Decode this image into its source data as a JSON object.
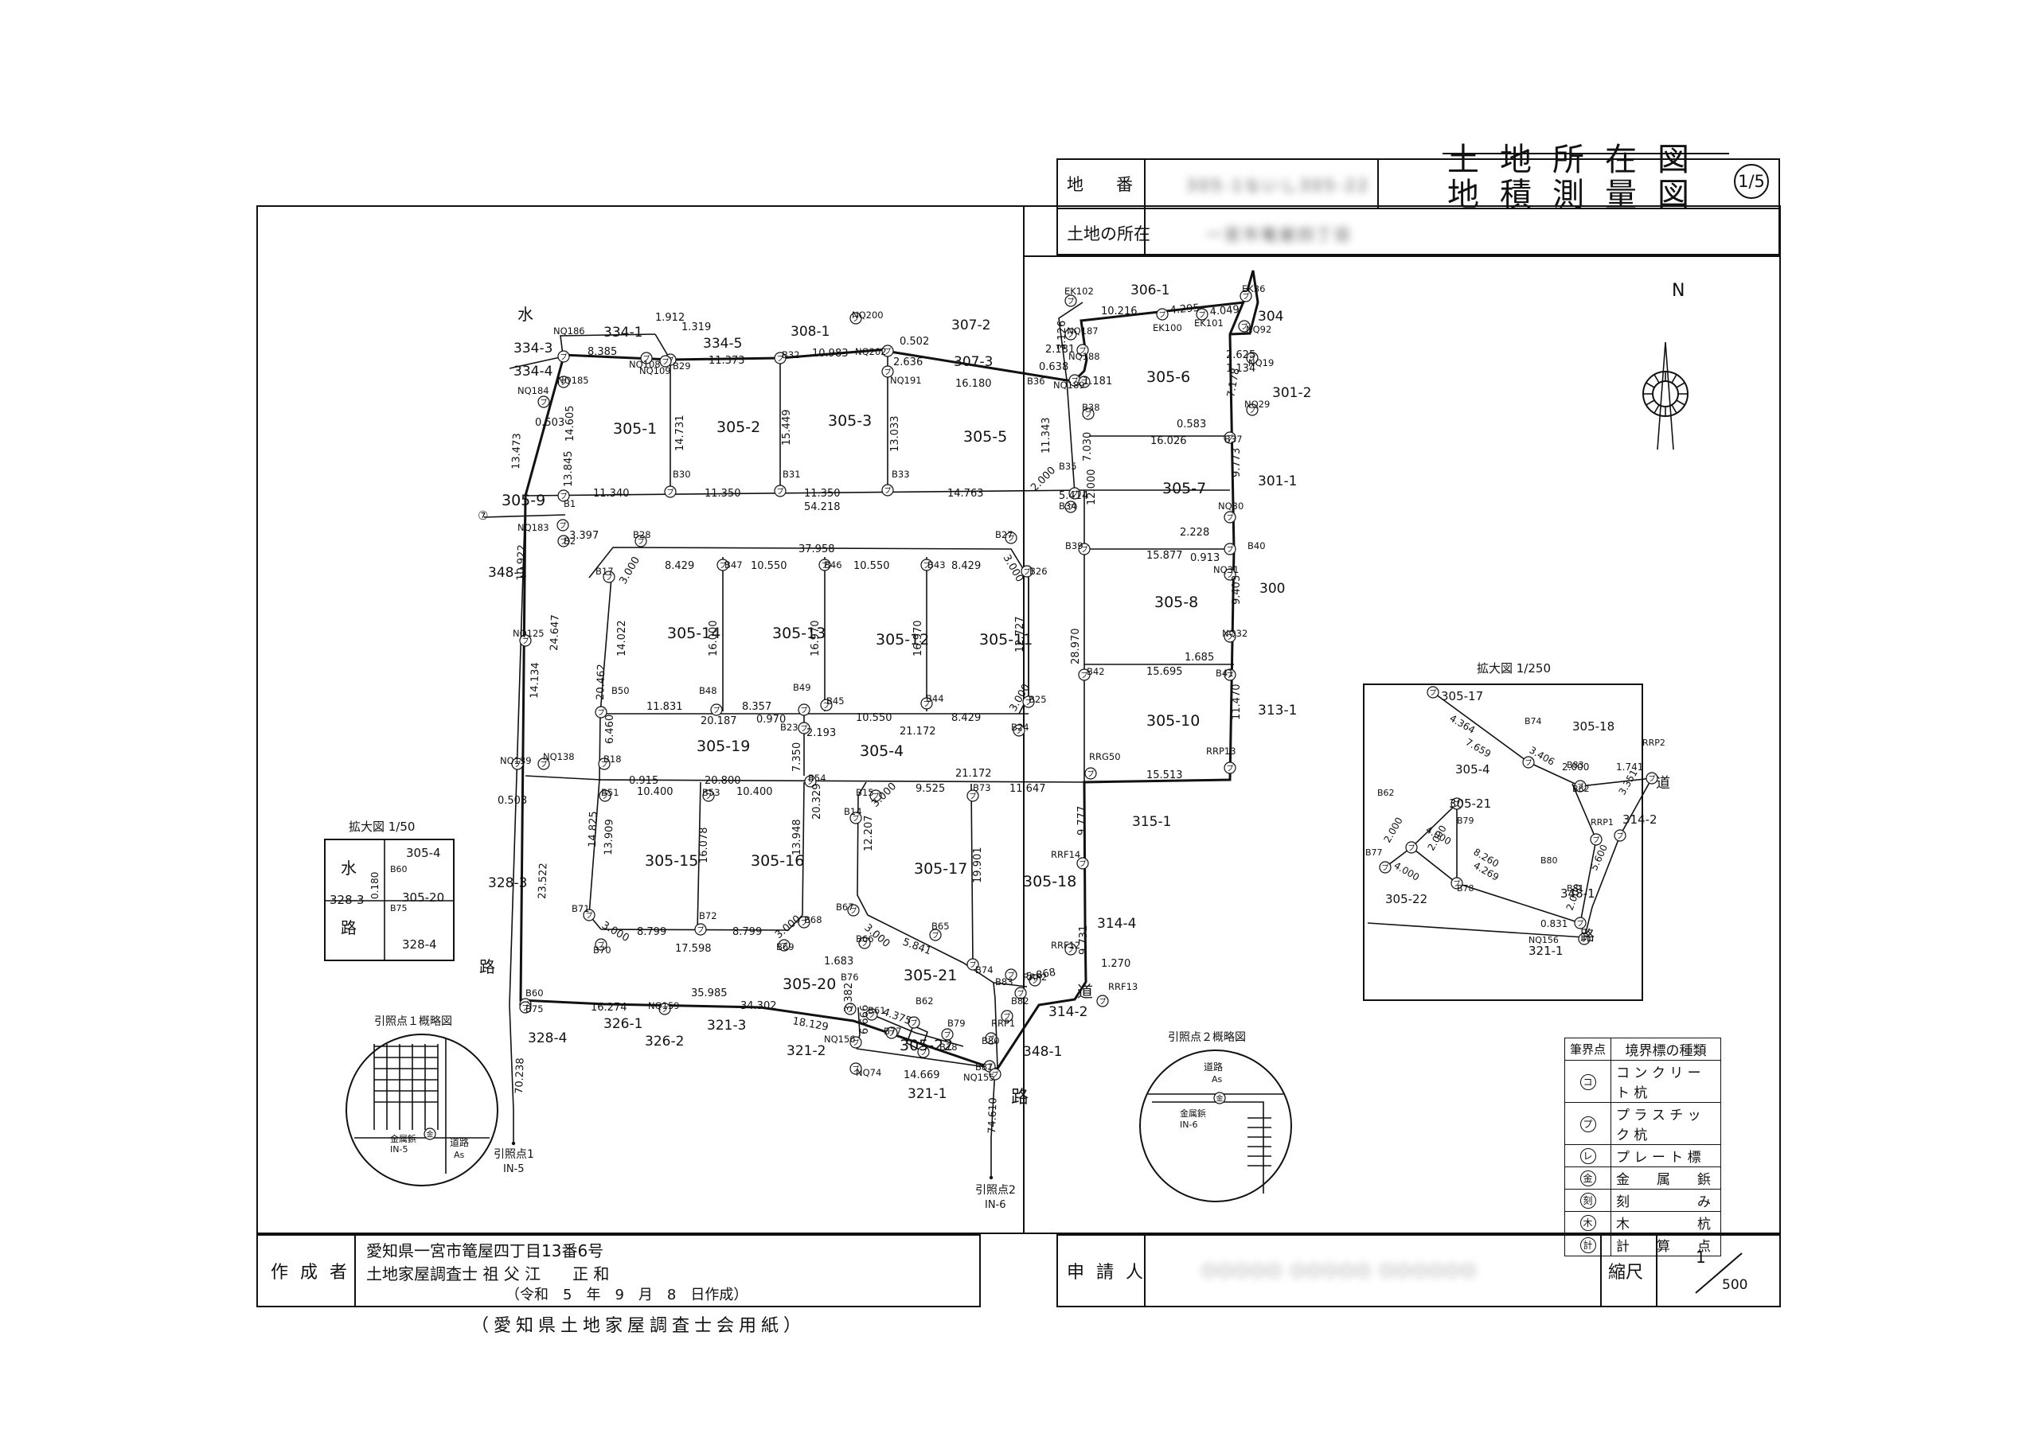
{
  "title": {
    "line1": "土地所在図",
    "line2": "地積測量図",
    "page": "1/5"
  },
  "header": {
    "chiban_label": "地　番",
    "chiban_value": "305-1ないし305-22",
    "location_label": "土地の所在",
    "location_value": "一宮市篭屋四丁目"
  },
  "footer": {
    "author_label": "作 成 者",
    "address": "愛知県一宮市篭屋四丁目13番6号",
    "surveyor": "土地家屋調査士 祖 父 江　　正 和",
    "date": "（令和　5　年　9　月　8　日作成）",
    "applicant_label": "申 請 人",
    "applicant_value": "○○○○○ ○○○○○ ○○○○○○",
    "scale_label": "縮尺",
    "scale_num": "1",
    "scale_den": "500",
    "paper": "（愛知県土地家屋調査士会用紙）"
  },
  "legend": {
    "header_left": "筆界点",
    "header_right": "境界標の種類",
    "rows": [
      {
        "sym": "コ",
        "label": "コ ン ク リ ー ト 杭"
      },
      {
        "sym": "プ",
        "label": "プ ラ ス チ ッ ク 杭"
      },
      {
        "sym": "レ",
        "label": "プ レ ー ト 標"
      },
      {
        "sym": "金",
        "label": "金　　属　　鋲"
      },
      {
        "sym": "刻",
        "label": "刻　　　　　み"
      },
      {
        "sym": "木",
        "label": "木　　　　　杭"
      },
      {
        "sym": "計",
        "label": "計　　算　　点"
      }
    ]
  },
  "north_label": "N",
  "enlarged_50": {
    "title": "拡大図 1/50",
    "labels": [
      "水",
      "路",
      "328-3",
      "328-4",
      "305-4",
      "305-20",
      "B60",
      "B75",
      "0.180"
    ]
  },
  "enlarged_250": {
    "title": "拡大図 1/250",
    "labels": [
      "305-17",
      "305-18",
      "305-4",
      "305-21",
      "305-22",
      "314-2",
      "348-1",
      "321-1",
      "道",
      "路",
      "B74",
      "B83",
      "B82",
      "RRP1",
      "RRP2",
      "B62",
      "B79",
      "B77",
      "B78",
      "B80",
      "B81",
      "NQ156"
    ],
    "distances": [
      "4.364",
      "7.659",
      "3.406",
      "2.000",
      "1.741",
      "3.351",
      "2.000",
      "4.000",
      "8.260",
      "4.269",
      "2.000",
      "4.000",
      "5.600",
      "2.000",
      "0.831"
    ]
  },
  "ref1": {
    "title": "引照点１概略図",
    "labels": [
      "金属鋲",
      "IN-5",
      "道路",
      "As"
    ],
    "point": "引照点1",
    "id": "IN-5"
  },
  "ref2": {
    "title": "引照点２概略図",
    "labels": [
      "道路",
      "As",
      "金属鋲",
      "IN-6"
    ],
    "point": "引照点2",
    "id": "IN-6"
  },
  "parcels": [
    "305-1",
    "305-2",
    "305-3",
    "305-5",
    "305-6",
    "305-7",
    "305-8",
    "305-9",
    "305-10",
    "305-11",
    "305-12",
    "305-13",
    "305-14",
    "305-15",
    "305-16",
    "305-17",
    "305-18",
    "305-19",
    "305-4",
    "305-20",
    "305-21",
    "305-22"
  ],
  "neighbors": [
    "334-3",
    "334-4",
    "334-1",
    "334-5",
    "308-1",
    "307-2",
    "307-3",
    "306-1",
    "304",
    "301-2",
    "301-1",
    "300",
    "313-1",
    "315-1",
    "314-4",
    "314-2",
    "348-1",
    "328-3",
    "328-4",
    "326-1",
    "326-2",
    "321-3",
    "321-2",
    "321-1",
    "水",
    "路",
    "道"
  ],
  "points": [
    "NQ186",
    "NQ185",
    "NQ184",
    "NQ183",
    "B1",
    "B2",
    "NQ108",
    "NQ109",
    "B29",
    "B30",
    "B31",
    "B32",
    "B33",
    "NQ200",
    "NQ202",
    "NQ191",
    "B36",
    "B35",
    "B34",
    "EK102",
    "NQ187",
    "NQ188",
    "NQ189",
    "EK100",
    "EK101",
    "EK36",
    "NQ92",
    "NQ19",
    "NQ29",
    "B38",
    "B37",
    "NQ30",
    "B40",
    "B39",
    "NQ31",
    "NQ32",
    "B41",
    "B42",
    "RRG50",
    "RRP13",
    "B28",
    "B17",
    "B47",
    "B46",
    "B43",
    "B27",
    "B26",
    "B50",
    "B48",
    "B49",
    "B45",
    "B44",
    "B25",
    "B24",
    "B23",
    "B18",
    "B51",
    "B53",
    "B54",
    "B14",
    "B15",
    "B73",
    "RRF14",
    "NQ125",
    "NQ139",
    "NQ138",
    "B71",
    "B70",
    "B72",
    "B69",
    "B68",
    "B67",
    "B66",
    "B65",
    "B74",
    "B83",
    "B82",
    "RRP2",
    "RRF12",
    "RRF13",
    "B60",
    "B75",
    "NQ159",
    "B76",
    "B61",
    "B62",
    "B77",
    "B79",
    "B78",
    "B80",
    "B81",
    "NQ156",
    "NQ74",
    "NQ155",
    "RRP1"
  ],
  "distances": [
    "8.385",
    "1.912",
    "1.319",
    "11.373",
    "10.983",
    "0.502",
    "2.636",
    "16.180",
    "10.216",
    "4.295",
    "4.049",
    "2.181",
    "0.638",
    "1.181",
    "2.625",
    "1.134",
    "7.178",
    "0.583",
    "16.026",
    "9.773",
    "2.228",
    "0.913",
    "15.877",
    "9.403",
    "1.685",
    "15.695",
    "11.470",
    "15.513",
    "0.503",
    "14.605",
    "13.473",
    "13.845",
    "14.731",
    "15.449",
    "13.033",
    "11.343",
    "3.126",
    "7.030",
    "12.000",
    "5.414",
    "2.000",
    "11.340",
    "11.350",
    "11.350",
    "14.763",
    "54.218",
    "3.397",
    "10.922",
    "24.647",
    "14.134",
    "3.000",
    "8.429",
    "10.550",
    "10.550",
    "8.429",
    "37.958",
    "3.000",
    "14.022",
    "16.000",
    "16.970",
    "16.970",
    "12.727",
    "28.970",
    "20.462",
    "11.831",
    "8.357",
    "0.970",
    "10.550",
    "8.429",
    "2.193",
    "21.172",
    "3.000",
    "6.460",
    "20.187",
    "20.800",
    "0.915",
    "10.400",
    "10.400",
    "7.350",
    "3.000",
    "9.525",
    "21.172",
    "11.647",
    "14.825",
    "13.909",
    "16.078",
    "13.948",
    "20.329",
    "12.207",
    "19.901",
    "9.777",
    "3.000",
    "8.799",
    "8.799",
    "17.598",
    "3.000",
    "3.000",
    "5.841",
    "1.683",
    "9.731",
    "5.868",
    "1.270",
    "16.274",
    "35.985",
    "34.302",
    "18.129",
    "3.382",
    "6.666",
    "4.375",
    "14.669",
    "0.503",
    "23.522",
    "70.238",
    "74.610",
    "0.180"
  ],
  "dist_top": [
    "1.912",
    "1.319"
  ]
}
